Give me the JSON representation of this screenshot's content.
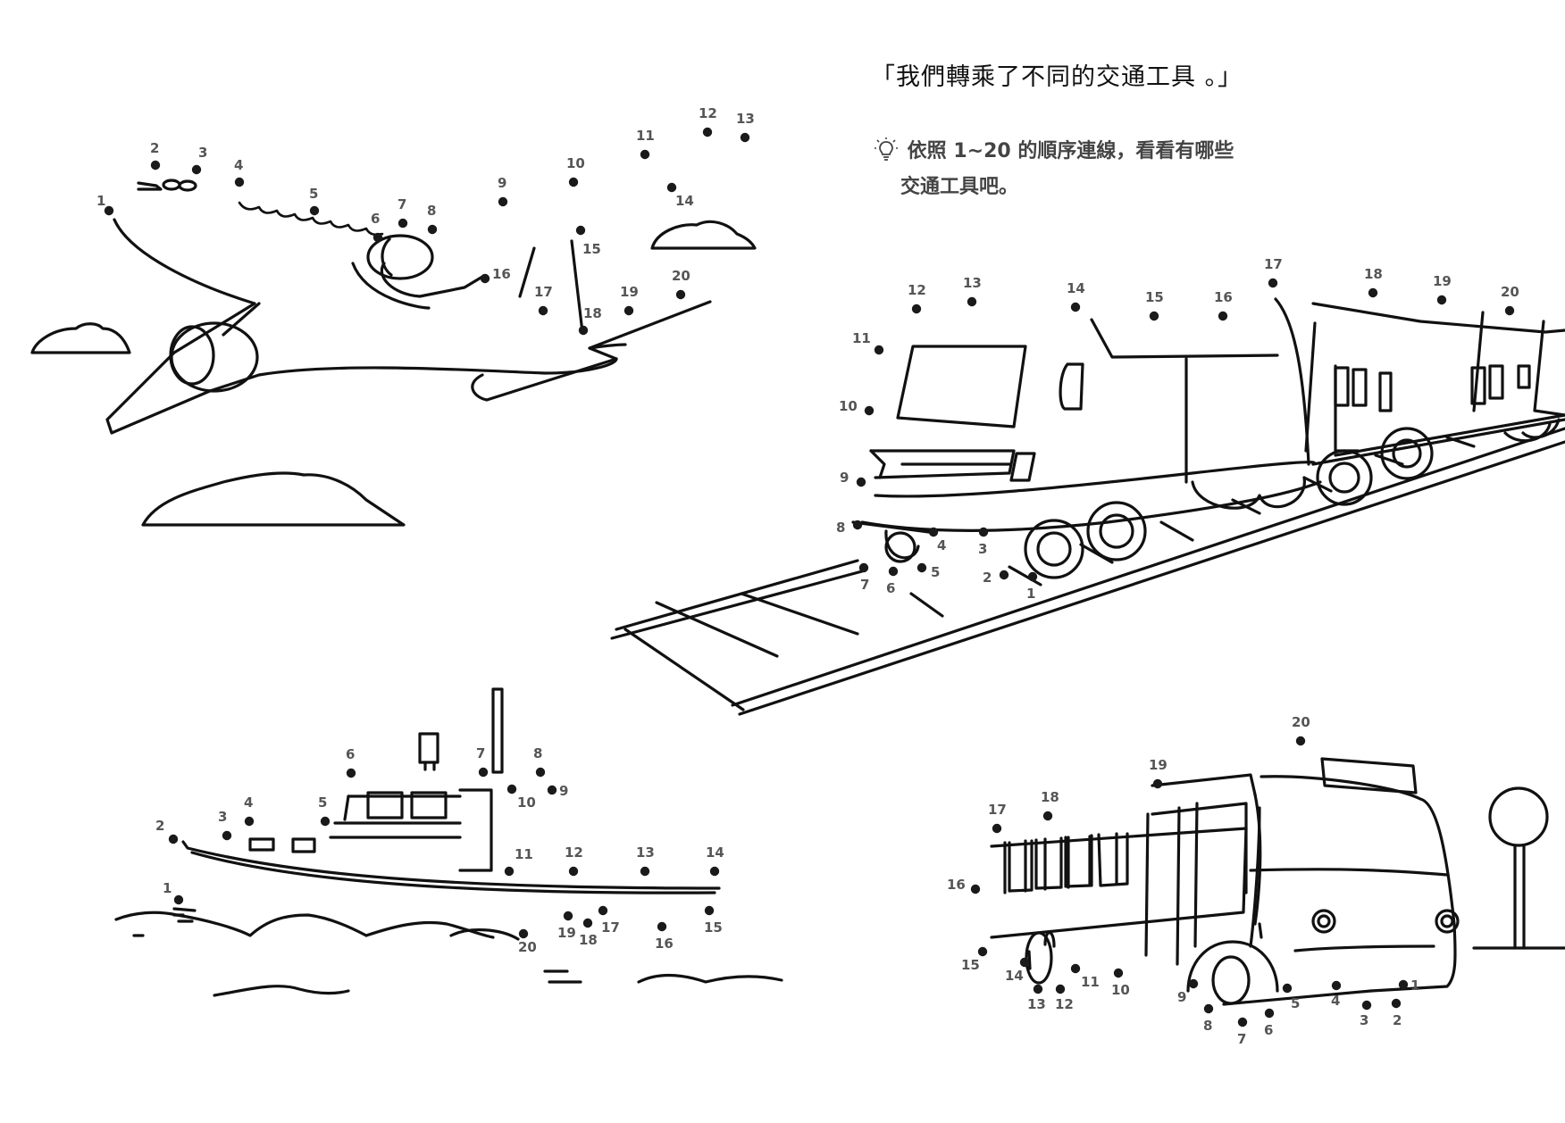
{
  "page": {
    "title": "「我們轉乘了不同的交通工具 。」",
    "instruction_line1": "依照 1~20 的順序連線，看看有哪些",
    "instruction_line2": "交通工具吧。",
    "instruction_icon": "lightbulb-icon"
  },
  "puzzles": {
    "airplane": {
      "dot_labels": [
        "1",
        "2",
        "3",
        "4",
        "5",
        "6",
        "7",
        "8",
        "9",
        "10",
        "11",
        "12",
        "13",
        "14",
        "15",
        "16",
        "17",
        "18",
        "19",
        "20"
      ]
    },
    "train": {
      "dot_labels": [
        "1",
        "2",
        "3",
        "4",
        "5",
        "6",
        "7",
        "8",
        "9",
        "10",
        "11",
        "12",
        "13",
        "14",
        "15",
        "16",
        "17",
        "18",
        "19",
        "20"
      ]
    },
    "boat": {
      "dot_labels": [
        "1",
        "2",
        "3",
        "4",
        "5",
        "6",
        "7",
        "8",
        "9",
        "10",
        "11",
        "12",
        "13",
        "14",
        "15",
        "16",
        "17",
        "18",
        "19",
        "20"
      ]
    },
    "bus": {
      "dot_labels": [
        "1",
        "2",
        "3",
        "4",
        "5",
        "6",
        "7",
        "8",
        "9",
        "10",
        "11",
        "12",
        "13",
        "14",
        "15",
        "16",
        "17",
        "18",
        "19",
        "20"
      ]
    }
  }
}
